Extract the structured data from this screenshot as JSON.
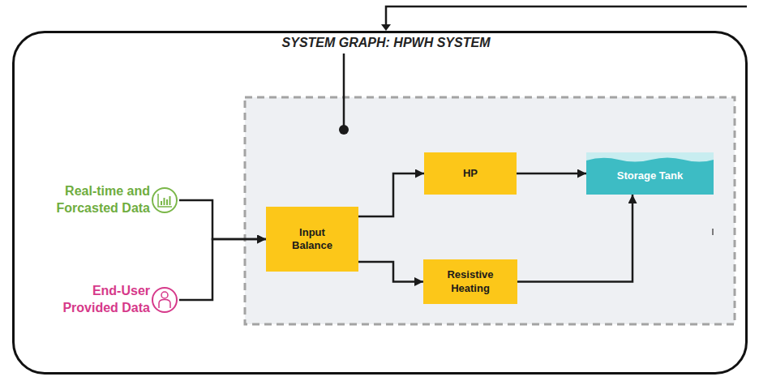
{
  "diagram": {
    "nodes": [
      {
        "text": [
          "SYSTEM GRAPH: HPWH SYSTEM"
        ]
      },
      {
        "text": [
          "Real-time and Forcasted Data"
        ],
        "in": 0
      },
      {
        "text": [
          "End-User Provided Data"
        ],
        "in": 0
      },
      {
        "text": [
          "Input Balance"
        ],
        "in": 0
      },
      {
        "text": [
          "HP"
        ],
        "in": 0
      },
      {
        "text": [
          "Resistive Heating"
        ],
        "in": 0
      },
      {
        "text": [
          "Storage Tank"
        ],
        "in": 0
      }
    ],
    "edges": [
      {
        "from": 1,
        "to": 3,
        "arrow": "to"
      },
      {
        "from": 2,
        "to": 3,
        "arrow": "to"
      },
      {
        "from": 3,
        "to": 4,
        "arrow": "to"
      },
      {
        "from": 3,
        "to": 5,
        "arrow": "to"
      },
      {
        "from": 4,
        "to": 6,
        "arrow": "to"
      },
      {
        "from": 5,
        "to": 6,
        "arrow": "to"
      }
    ]
  }
}
